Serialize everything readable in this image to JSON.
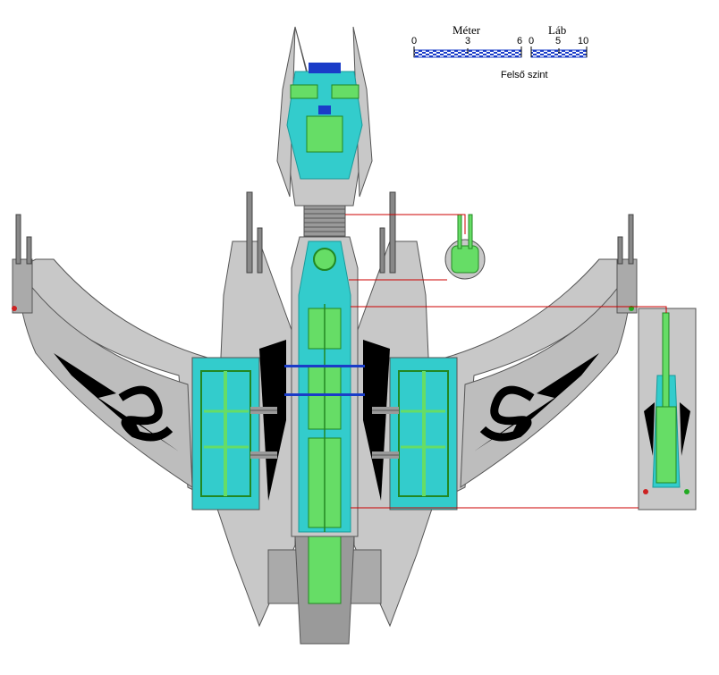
{
  "scale": {
    "meter": {
      "title": "Méter",
      "ticks": [
        "0",
        "3",
        "6"
      ]
    },
    "foot": {
      "title": "Láb",
      "ticks": [
        "0",
        "5",
        "10"
      ]
    }
  },
  "caption": "Felső szint",
  "colors": {
    "hull": "#c8c8c8",
    "hull_dark": "#8c8c8c",
    "deck": "#33cccc",
    "deck_dark": "#1a9a9a",
    "systems": "#66dd66",
    "systems_dark": "#228822",
    "marking": "#000000",
    "leader_line": "#cc0000",
    "scale_bar": "#1a3cc8",
    "light_red": "#cc2222",
    "light_green": "#22aa22"
  }
}
